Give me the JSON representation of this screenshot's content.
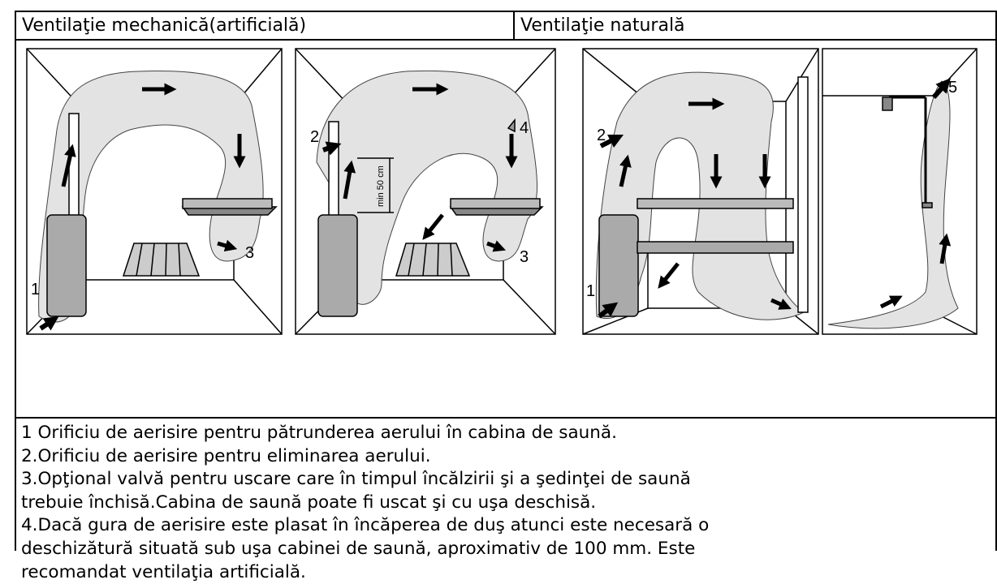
{
  "header": {
    "mechanical": "Ventilaţie mechanică(artificială)",
    "natural": "Ventilaţie naturală"
  },
  "figure": {
    "labels": {
      "mech1_a": "1",
      "mech1_b": "3",
      "mech2_a": "2",
      "mech2_b": "4",
      "mech2_c": "3",
      "mech2_dim": "min 50 cm",
      "nat1_a": "2",
      "nat1_b": "1",
      "nat2_a": "5"
    }
  },
  "notes": [
    "1 Orificiu de aerisire  pentru pătrunderea aerului în cabina de saună.",
    "2.Orificiu de aerisire  pentru eliminarea aerului.",
    "3.Opţional valvă pentru uscare care în timpul încălzirii şi a şedinţei de saună",
    "trebuie închisă.Cabina de saună poate fi uscat şi cu uşa deschisă.",
    "4.Dacă gura de  aerisire este plasat în încăperea de duş atunci este necesară o",
    "deschizătură situată sub uşa cabinei de saună, aproximativ de 100 mm. Este",
    "recomandat ventilaţia artificială."
  ]
}
